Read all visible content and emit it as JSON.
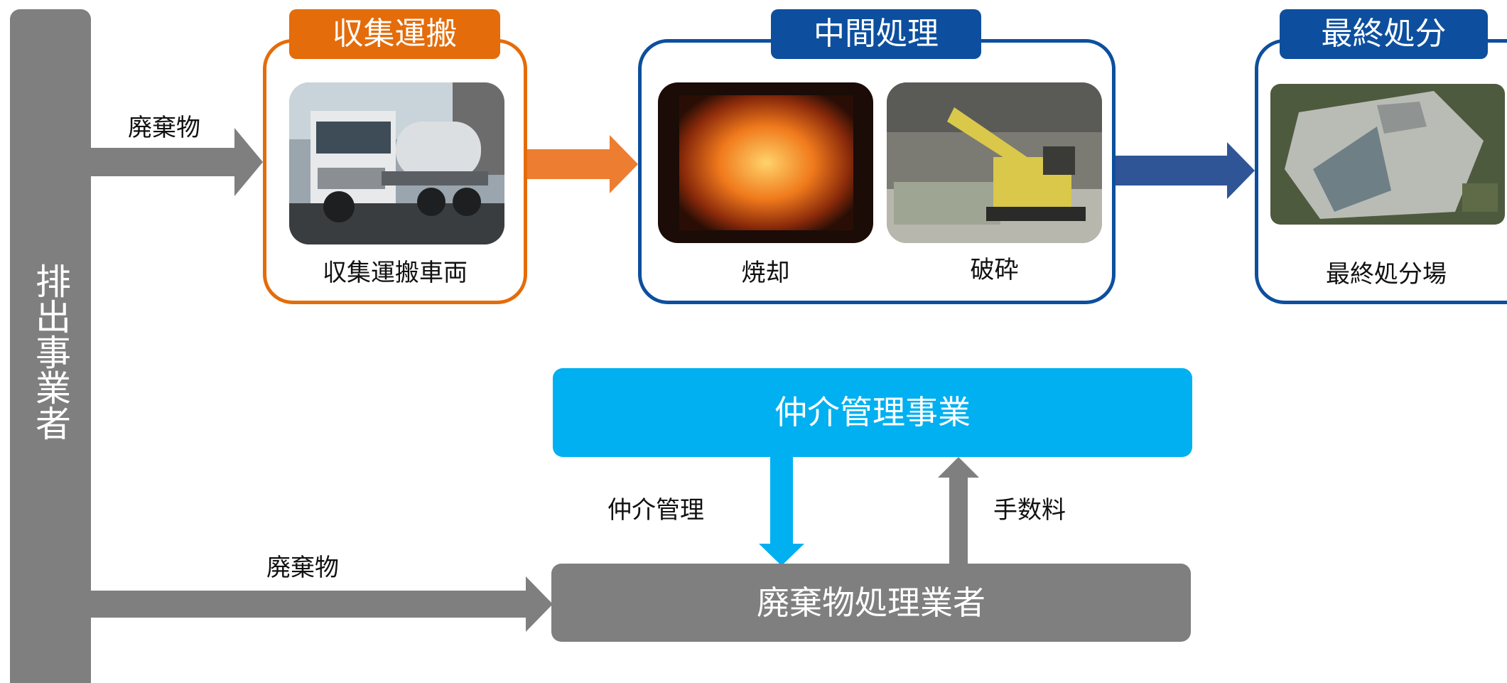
{
  "discharger": {
    "label": "排出事業者"
  },
  "top_flow": {
    "waste_label": "廃棄物"
  },
  "collection": {
    "title": "収集運搬",
    "caption": "収集運搬車両",
    "color": "#e46c0a",
    "photo_icon": "waste-collection-truck-photo"
  },
  "intermediate": {
    "title": "中間処理",
    "color": "#0d4f9e",
    "items": [
      {
        "caption": "焼却",
        "photo_icon": "incineration-fire-photo"
      },
      {
        "caption": "破砕",
        "photo_icon": "crushing-excavator-photo"
      }
    ]
  },
  "final": {
    "title": "最終処分",
    "caption": "最終処分場",
    "color": "#0d4f9e",
    "photo_icon": "landfill-aerial-photo"
  },
  "broker": {
    "title": "仲介管理事業",
    "down_label": "仲介管理",
    "up_label": "手数料",
    "color": "#00b0f0"
  },
  "bottom_flow": {
    "waste_label": "廃棄物"
  },
  "operator": {
    "title": "廃棄物処理業者",
    "color": "#7f7f7f"
  }
}
